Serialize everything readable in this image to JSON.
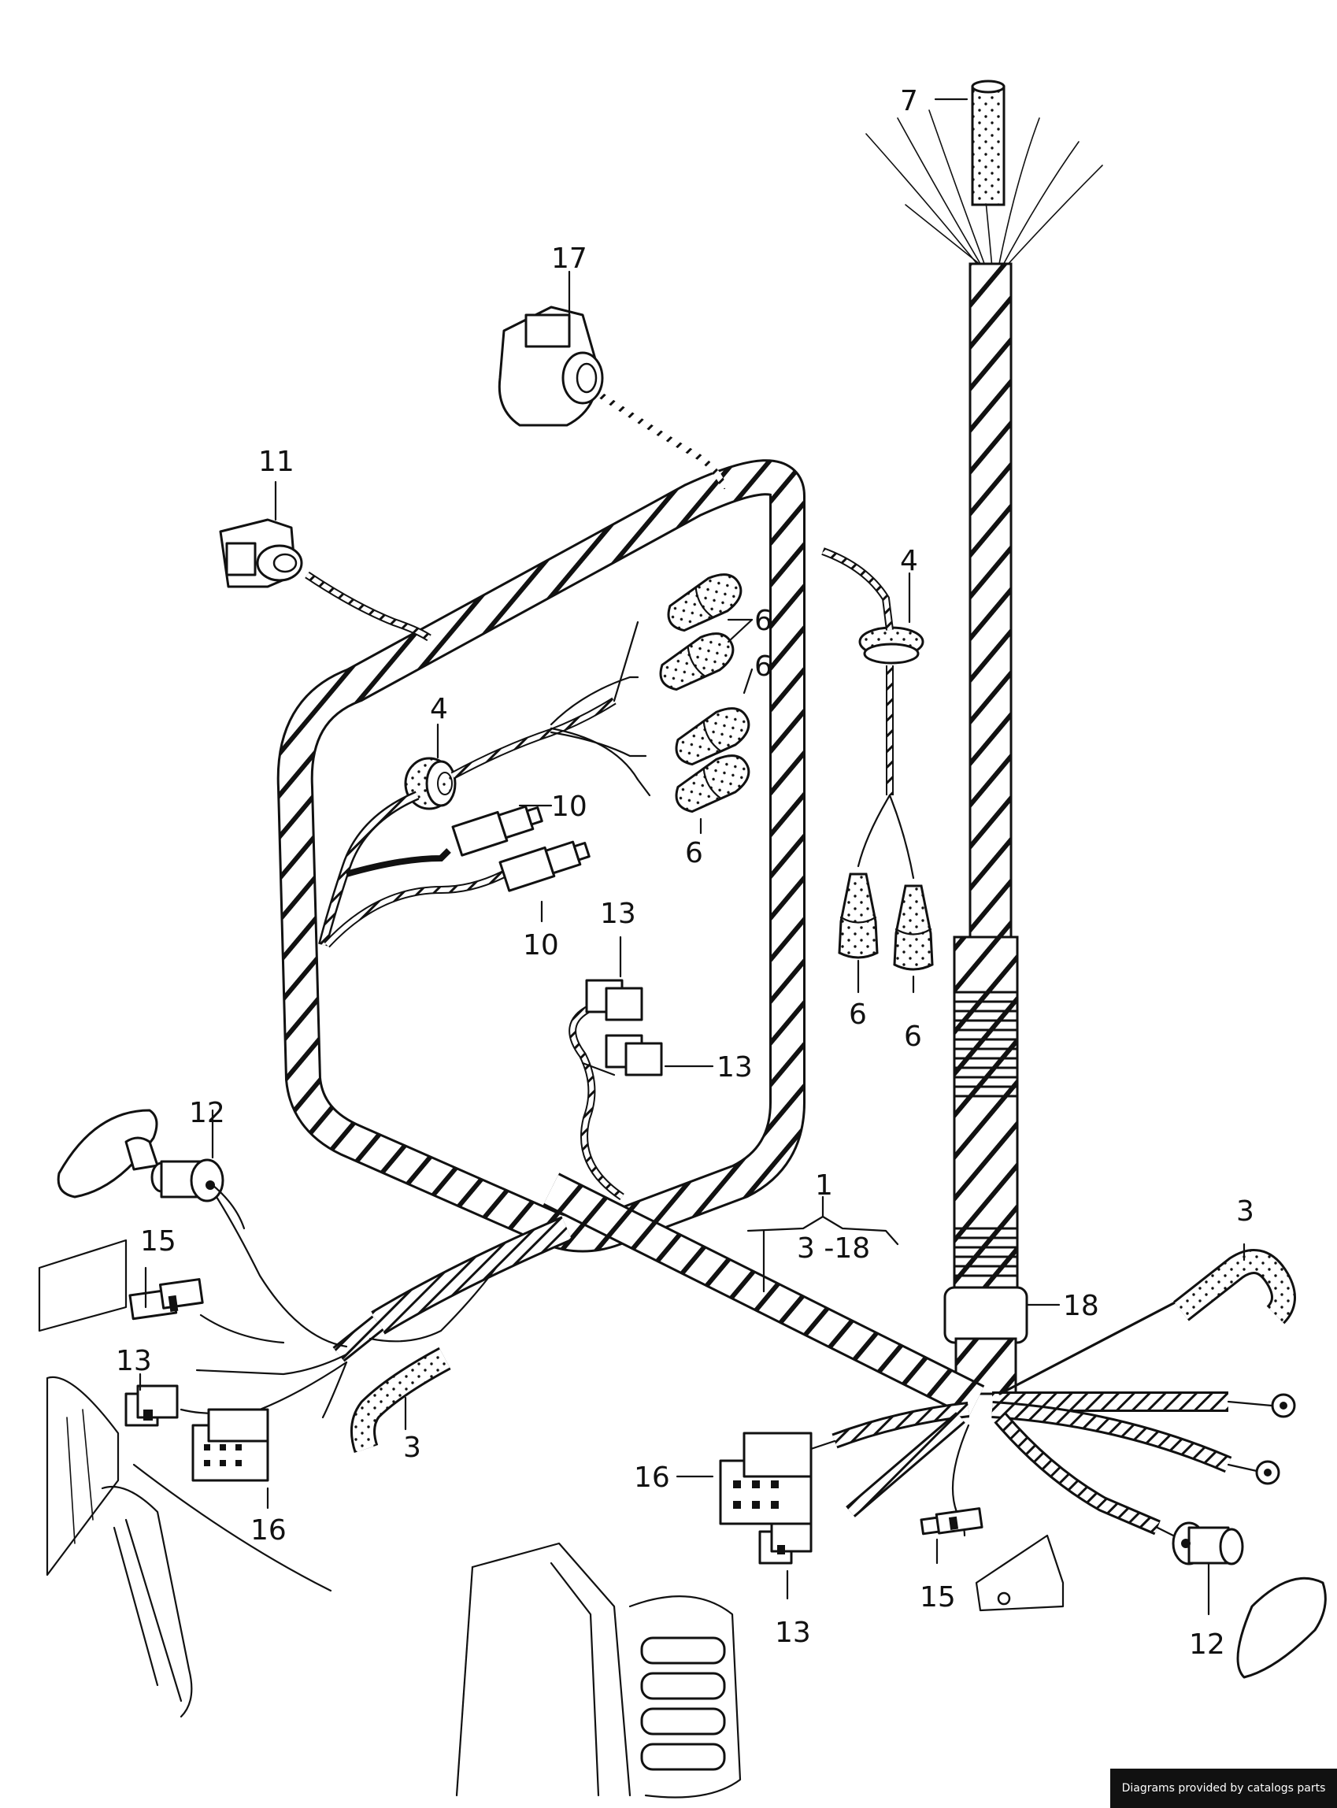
{
  "labels": {
    "l1": "1",
    "l3_18": "3 -18",
    "l3a": "3",
    "l3b": "3",
    "l4a": "4",
    "l4b": "4",
    "l6a": "6",
    "l6b": "6",
    "l6c": "6",
    "l6d": "6",
    "l6e": "6",
    "l7": "7",
    "l10a": "10",
    "l10b": "10",
    "l11": "11",
    "l12a": "12",
    "l12b": "12",
    "l13a": "13",
    "l13b": "13",
    "l13c": "13",
    "l13d": "13",
    "l15a": "15",
    "l15b": "15",
    "l16a": "16",
    "l16b": "16",
    "l17": "17",
    "l18": "18"
  },
  "credit": "Diagrams provided by catalogs parts"
}
